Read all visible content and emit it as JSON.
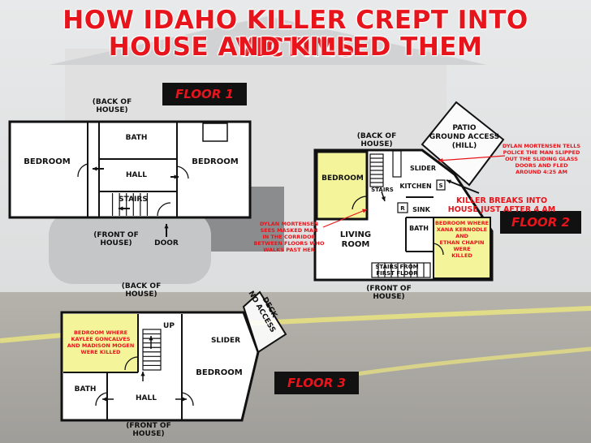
{
  "title": {
    "line1": "HOW IDAHO KILLER CREPT INTO VICTIMS",
    "line2": "HOUSE AND KILLED THEM"
  },
  "colors": {
    "accent_red": "#e8141b",
    "victim_room_fill": "#f4f59a",
    "wall": "#111111",
    "badge_bg": "#111111"
  },
  "floor1": {
    "badge": "FLOOR 1",
    "back_label": [
      "(BACK OF",
      "HOUSE)"
    ],
    "front_label": [
      "(FRONT OF",
      "HOUSE)"
    ],
    "door_label": "DOOR",
    "rooms": {
      "bedroom_left": "BEDROOM",
      "bath": "BATH",
      "hall": "HALL",
      "stairs": "STAIRS",
      "bedroom_right": "BEDROOM"
    }
  },
  "floor2": {
    "badge": "FLOOR 2",
    "back_label": [
      "(BACK OF",
      "HOUSE)"
    ],
    "front_label": [
      "(FRONT OF",
      "HOUSE)"
    ],
    "patio_label": [
      "PATIO",
      "GROUND ACCESS",
      "(HILL)"
    ],
    "rooms": {
      "bedroom": "BEDROOM",
      "stairs": "STAIRS",
      "slider": "SLIDER",
      "kitchen": "KITCHEN",
      "s": "S",
      "r": "R",
      "sink": "SINK",
      "bath": "BATH",
      "living_room": [
        "LIVING",
        "ROOM"
      ],
      "stairs_from_first": [
        "STAIRS FROM",
        "FIRST FLOOR"
      ]
    },
    "victim_room_note": [
      "BEDROOM WHERE",
      "XANA KERNODLE",
      "AND",
      "ETHAN CHAPIN",
      "WERE",
      "KILLED"
    ],
    "mortensen_fled_note": [
      "DYLAN MORTENSEN TELLS",
      "POLICE THE MAN SLIPPED",
      "OUT THE SLIDING GLASS",
      "DOORS AND FLED",
      "AROUND 4:25 AM"
    ],
    "killer_breaks_in": [
      "KILLER BREAKS INTO",
      "HOUSE JUST AFTER 4 AM"
    ],
    "mortensen_saw_note": [
      "DYLAN MORTENSEN",
      "SEES MASKED MAN",
      "IN THE CORRIDOR",
      "BETWEEN FLOORS WHO",
      "WALKS PAST HER"
    ]
  },
  "floor3": {
    "badge": "FLOOR 3",
    "back_label": [
      "(BACK OF",
      "HOUSE)"
    ],
    "front_label": [
      "(FRONT OF",
      "HOUSE)"
    ],
    "deck_label": [
      "DECK",
      "NO ACCESS"
    ],
    "rooms": {
      "up": "UP",
      "slider": "SLIDER",
      "bedroom": "BEDROOM",
      "bath": "BATH",
      "hall": "HALL"
    },
    "victim_room_note": [
      "BEDROOM WHERE",
      "KAYLEE GONCALVES",
      "AND MADISON MOGEN",
      "WERE KILLED"
    ]
  }
}
